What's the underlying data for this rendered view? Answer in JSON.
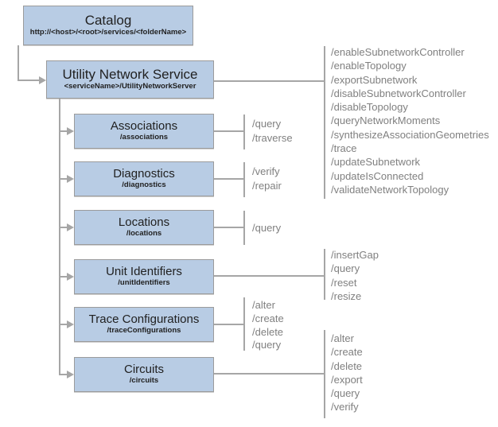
{
  "diagram": {
    "catalog": {
      "title": "Catalog",
      "subtitle": "http://<host>/<root>/services/<folderName>"
    },
    "service": {
      "title": "Utility Network Service",
      "subtitle": "<serviceName>/UtilityNetworkServer",
      "operations": [
        "/enableSubnetworkController",
        "/enableTopology",
        "/exportSubnetwork",
        "/disableSubnetworkController",
        "/disableTopology",
        "/queryNetworkMoments",
        "/synthesizeAssociationGeometries",
        "/trace",
        "/updateSubnetwork",
        "/updateIsConnected",
        "/validateNetworkTopology"
      ]
    },
    "resources": [
      {
        "title": "Associations",
        "subtitle": "/associations",
        "operations": [
          "/query",
          "/traverse"
        ]
      },
      {
        "title": "Diagnostics",
        "subtitle": "/diagnostics",
        "operations": [
          "/verify",
          "/repair"
        ]
      },
      {
        "title": "Locations",
        "subtitle": "/locations",
        "operations": [
          "/query"
        ]
      },
      {
        "title": "Unit Identifiers",
        "subtitle": "/unitIdentifiers",
        "operations": [
          "/insertGap",
          "/query",
          "/reset",
          "/resize"
        ]
      },
      {
        "title": "Trace Configurations",
        "subtitle": "/traceConfigurations",
        "operations": [
          "/alter",
          "/create",
          "/delete",
          "/query"
        ]
      },
      {
        "title": "Circuits",
        "subtitle": "/circuits",
        "operations": [
          "/alter",
          "/create",
          "/delete",
          "/export",
          "/query",
          "/verify"
        ]
      }
    ],
    "colors": {
      "box_fill": "#b8cce4",
      "box_border": "#9b9b9b",
      "connector": "#a6a6a6",
      "operation_text": "#808080",
      "box_text": "#212121",
      "background": "#ffffff"
    },
    "icons": {
      "arrowhead": "triangle-right"
    }
  }
}
